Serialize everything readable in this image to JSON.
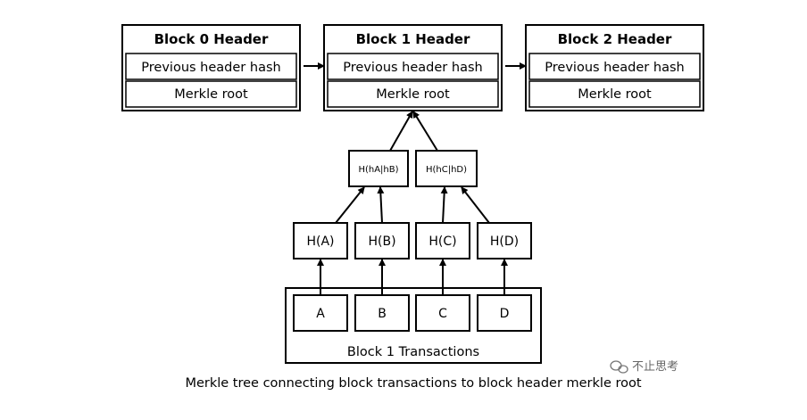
{
  "headers": [
    {
      "title": "Block 0 Header",
      "prev_hash": "Previous header hash",
      "merkle_root": "Merkle root"
    },
    {
      "title": "Block 1 Header",
      "prev_hash": "Previous header hash",
      "merkle_root": "Merkle root"
    },
    {
      "title": "Block 2 Header",
      "prev_hash": "Previous header hash",
      "merkle_root": "Merkle root"
    }
  ],
  "intermediate_hashes": [
    "H(hA|hB)",
    "H(hC|hD)"
  ],
  "leaf_hashes": [
    "H(A)",
    "H(B)",
    "H(C)",
    "H(D)"
  ],
  "transactions": {
    "label": "Block 1 Transactions",
    "items": [
      "A",
      "B",
      "C",
      "D"
    ]
  },
  "caption": "Merkle tree connecting block transactions to block header merkle root",
  "watermark": "不止思考",
  "watermark_icon": "wechat-icon"
}
